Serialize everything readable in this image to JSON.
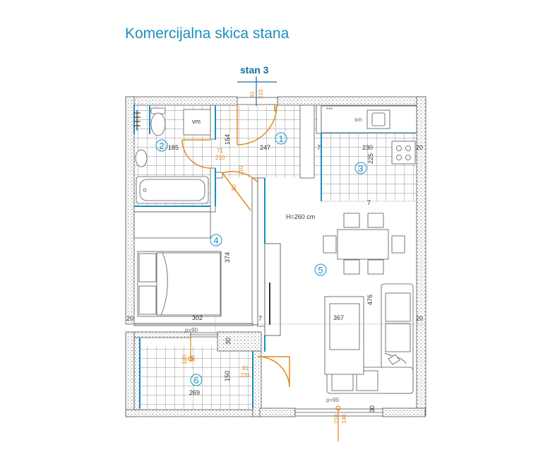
{
  "title": "Komercijalna skica stana",
  "unit_label": "stan 3",
  "ceiling_height": "H=260 cm",
  "rooms": [
    {
      "number": "1",
      "dimension": "247",
      "dimension2": "164"
    },
    {
      "number": "2",
      "dimension": "185"
    },
    {
      "number": "3",
      "dimension": "230",
      "dimension2": "225"
    },
    {
      "number": "4",
      "dimension": "302",
      "dimension2": "374"
    },
    {
      "number": "5",
      "dimension": "367",
      "dimension2": "476"
    },
    {
      "number": "6",
      "dimension": "269",
      "dimension2": "150"
    }
  ],
  "labels": {
    "vm": "vm",
    "sm": "sm",
    "stars": "***",
    "wall_20": "20",
    "wall_7": "7",
    "wall_30": "30"
  },
  "openings": {
    "entry_door_w": "91",
    "entry_door_h": "210",
    "bath_door_w": "71",
    "bath_door_h": "210",
    "room_door_w": "210",
    "room_door_h": "80",
    "balcony_door_w": "81",
    "balcony_door_h": "220",
    "window_bed_h": "120",
    "window_bed_p": "p=90",
    "window_bed_v": "90",
    "window_liv_w": "210",
    "window_liv_h": "140",
    "window_liv_p": "p=90",
    "window_liv_v": "30"
  },
  "colors": {
    "title": "#1a8fbf",
    "room_number": "#1a8fbf",
    "door": "#e08a1e",
    "wall_hatch": "#b8b8b8",
    "wall_line": "#555555",
    "window_accent": "#1a8fbf"
  }
}
